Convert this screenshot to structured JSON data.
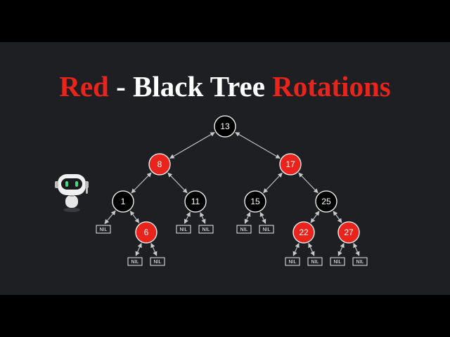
{
  "title": {
    "part1": "Red",
    "part2": " - ",
    "part3": "Black Tree",
    "part4": " Rotations"
  },
  "colors": {
    "background": "#1e1f23",
    "red_node": "#e8241c",
    "black_node": "#000000",
    "edge": "#c8c8c8",
    "title_white": "#ffffff",
    "title_red": "#e8241c"
  },
  "icon": "robot-mascot-icon",
  "tree": {
    "nodes": [
      {
        "id": "n13",
        "label": "13",
        "color": "black"
      },
      {
        "id": "n8",
        "label": "8",
        "color": "red"
      },
      {
        "id": "n17",
        "label": "17",
        "color": "red"
      },
      {
        "id": "n1",
        "label": "1",
        "color": "black"
      },
      {
        "id": "n11",
        "label": "11",
        "color": "black"
      },
      {
        "id": "n15",
        "label": "15",
        "color": "black"
      },
      {
        "id": "n25",
        "label": "25",
        "color": "black"
      },
      {
        "id": "n6",
        "label": "6",
        "color": "red"
      },
      {
        "id": "n22",
        "label": "22",
        "color": "red"
      },
      {
        "id": "n27",
        "label": "27",
        "color": "red"
      }
    ],
    "nil_label": "NIL",
    "nils": [
      "n1-left",
      "n6-left",
      "n6-right",
      "n11-left",
      "n11-right",
      "n15-left",
      "n15-right",
      "n22-left",
      "n22-right",
      "n27-left",
      "n27-right"
    ],
    "edges": [
      [
        "n13",
        "n8"
      ],
      [
        "n13",
        "n17"
      ],
      [
        "n8",
        "n1"
      ],
      [
        "n8",
        "n11"
      ],
      [
        "n17",
        "n15"
      ],
      [
        "n17",
        "n25"
      ],
      [
        "n1",
        "n6"
      ],
      [
        "n25",
        "n22"
      ],
      [
        "n25",
        "n27"
      ]
    ]
  }
}
